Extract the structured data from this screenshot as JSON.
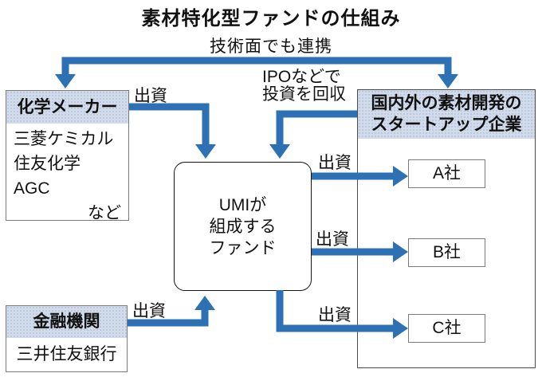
{
  "title": "素材特化型ファンドの仕組み",
  "labels": {
    "tech_alliance": "技術面でも連携",
    "ipo_line1": "IPOなどで",
    "ipo_line2": "投資を回収",
    "investment": "出資"
  },
  "chemical_makers": {
    "header": "化学メーカー",
    "items": [
      "三菱ケミカル",
      "住友化学",
      "AGC"
    ],
    "etc_label": "など"
  },
  "fund": {
    "line1": "UMIが",
    "line2": "組成する",
    "line3": "ファンド"
  },
  "startups": {
    "header_line1": "国内外の素材開発の",
    "header_line2": "スタートアップ企業",
    "companies": [
      "A社",
      "B社",
      "C社"
    ]
  },
  "financial_institutions": {
    "header": "金融機関",
    "items": [
      "三井住友銀行"
    ]
  },
  "colors": {
    "arrow": "#2d70b3",
    "header_bg": "#d2dbe9",
    "header_dot": "#b3c2da"
  }
}
